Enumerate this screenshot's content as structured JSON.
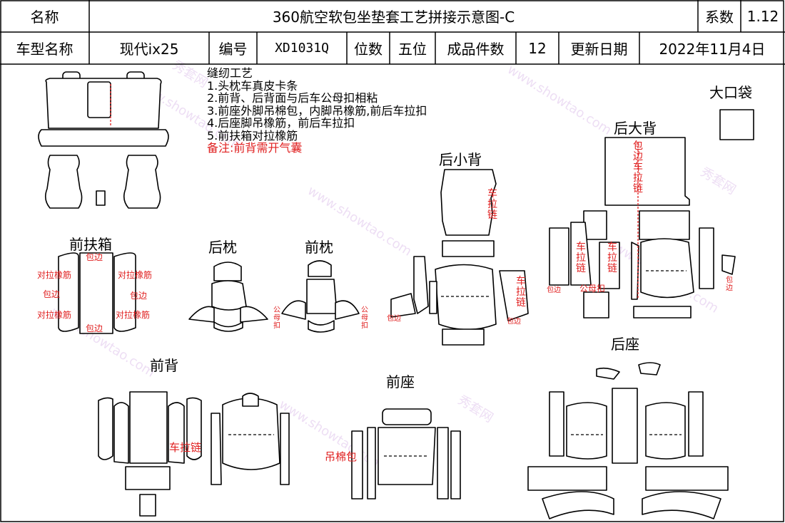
{
  "header": {
    "name_label": "名称",
    "title": "360航空软包坐垫套工艺拼接示意图-C",
    "coef_label": "系数",
    "coef_value": "1.12",
    "model_label": "车型名称",
    "model_value": "现代ix25",
    "code_label": "编号",
    "code_value": "XD1031Q",
    "seats_label": "位数",
    "seats_value": "五位",
    "pieces_label": "成品件数",
    "pieces_value": "12",
    "date_label": "更新日期",
    "date_value": "2022年11月4日"
  },
  "notes": {
    "title": "缝纫工艺",
    "items": [
      "1.头枕车真皮卡条",
      "2.前背、后背面与后车公母扣相粘",
      "3.前座外脚吊棉包，内脚吊橡筋,前后车拉扣",
      "4.后座脚吊橡筋，前后车拉扣",
      "5.前扶箱对拉橡筋"
    ],
    "remark": "备注:前背需开气囊"
  },
  "sections": {
    "big_pocket": "大口袋",
    "rear_big_back": "后大背",
    "rear_small_back": "后小背",
    "front_armrest": "前扶箱",
    "rear_headrest": "后枕",
    "front_headrest": "前枕",
    "front_back": "前背",
    "front_seat": "前座",
    "rear_seat": "后座"
  },
  "annotations": {
    "binding": "包边",
    "elastic_pull": "对拉橡筋",
    "zipper": "车拉链",
    "binding_zipper": "包边车拉链",
    "snap": "公母扣",
    "public_snap": "公母扣",
    "cotton_bag": "吊棉包"
  },
  "watermark": {
    "site": "www.showtao.com",
    "brand": "秀套网"
  },
  "colors": {
    "line": "#000000",
    "annotation": "#e02020",
    "watermark": "#d9b8e8"
  }
}
